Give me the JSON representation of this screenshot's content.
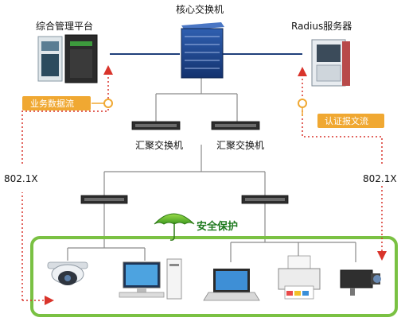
{
  "nodes": {
    "core_switch": "核心交换机",
    "mgmt_platform": "综合管理平台",
    "radius_server": "Radius服务器",
    "agg_switch_left": "汇聚交换机",
    "agg_switch_right": "汇聚交换机"
  },
  "flows": {
    "left_tag": "业务数据流",
    "right_tag": "认证报文流",
    "left_protocol": "802.1X",
    "right_protocol": "802.1X"
  },
  "security": {
    "label": "安全保护"
  },
  "colors": {
    "green_frame": "#7ac143",
    "orange_tag": "#f0a832",
    "flow_arrow": "#d9342b",
    "link_line": "#8a8a8a",
    "backbone_line": "#1f3f7a"
  },
  "devices": {
    "icons": [
      "dome-camera-icon",
      "desktop-pc-icon",
      "laptop-icon",
      "printer-icon",
      "box-camera-icon"
    ]
  }
}
